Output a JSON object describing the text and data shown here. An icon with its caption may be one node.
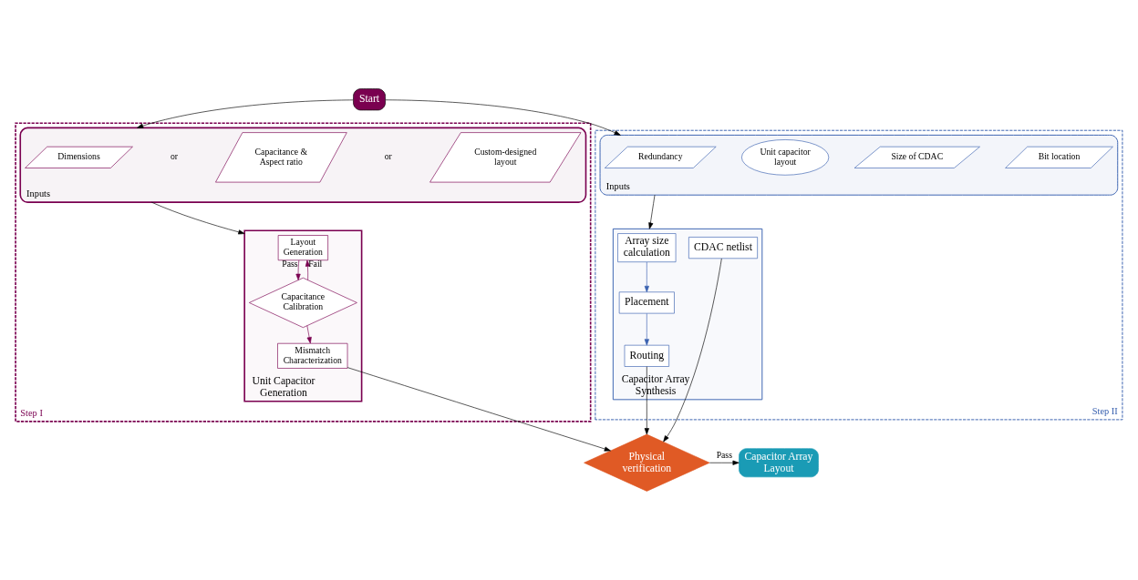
{
  "diagram": {
    "nodes": [
      {
        "text": [
          "Start"
        ]
      },
      {
        "text": [
          "Step I"
        ]
      },
      {
        "text": [
          "Inputs"
        ],
        "in": 1
      },
      {
        "text": [
          "Dimensions"
        ],
        "in": 2
      },
      {
        "text": [
          "Capacitance & Aspect ratio"
        ],
        "in": 2
      },
      {
        "text": [
          "Custom-designed layout"
        ],
        "in": 2
      },
      {
        "text": [
          "Unit Capacitor Generation"
        ],
        "in": 1
      },
      {
        "text": [
          "Layout Generation"
        ],
        "in": 6
      },
      {
        "text": [
          "Capacitance Calibration"
        ],
        "in": 6
      },
      {
        "text": [
          "Mismatch Characterization"
        ],
        "in": 6
      },
      {
        "text": [
          "Step II"
        ]
      },
      {
        "text": [
          "Inputs"
        ],
        "in": 10
      },
      {
        "text": [
          "Redundancy"
        ],
        "in": 11
      },
      {
        "text": [
          "Unit capacitor layout"
        ],
        "in": 11
      },
      {
        "text": [
          "Size of CDAC"
        ],
        "in": 11
      },
      {
        "text": [
          "Bit location"
        ],
        "in": 11
      },
      {
        "text": [
          "Capacitor Array Synthesis"
        ],
        "in": 10
      },
      {
        "text": [
          "Array size calculation"
        ],
        "in": 16
      },
      {
        "text": [
          "Placement"
        ],
        "in": 16
      },
      {
        "text": [
          "Routing"
        ],
        "in": 16
      },
      {
        "text": [
          "CDAC netlist"
        ],
        "in": 16
      },
      {
        "text": [
          "Physical verification"
        ]
      },
      {
        "text": [
          "Capacitor Array Layout"
        ]
      }
    ],
    "edges": [
      {
        "from": 0,
        "to": 2,
        "arrow": "to"
      },
      {
        "from": 0,
        "to": 11,
        "arrow": "to"
      },
      {
        "from": 2,
        "to": 6,
        "arrow": "to"
      },
      {
        "from": 7,
        "to": 8,
        "arrow": "to",
        "label": "Pass",
        "color": "#7a0050"
      },
      {
        "from": 8,
        "to": 7,
        "arrow": "to",
        "label": "Fail",
        "color": "#7a0050"
      },
      {
        "from": 8,
        "to": 9,
        "arrow": "to",
        "color": "#7a0050"
      },
      {
        "from": 11,
        "to": 16,
        "arrow": "to"
      },
      {
        "from": 17,
        "to": 18,
        "arrow": "to",
        "color": "#3a62b0"
      },
      {
        "from": 18,
        "to": 19,
        "arrow": "to",
        "color": "#3a62b0"
      },
      {
        "from": 9,
        "to": 21,
        "arrow": "to"
      },
      {
        "from": 19,
        "to": 21,
        "arrow": "to"
      },
      {
        "from": 20,
        "to": 21,
        "arrow": "to"
      },
      {
        "from": 21,
        "to": 22,
        "arrow": "to",
        "label": "Pass"
      }
    ],
    "labels": [
      "or",
      "or"
    ]
  }
}
